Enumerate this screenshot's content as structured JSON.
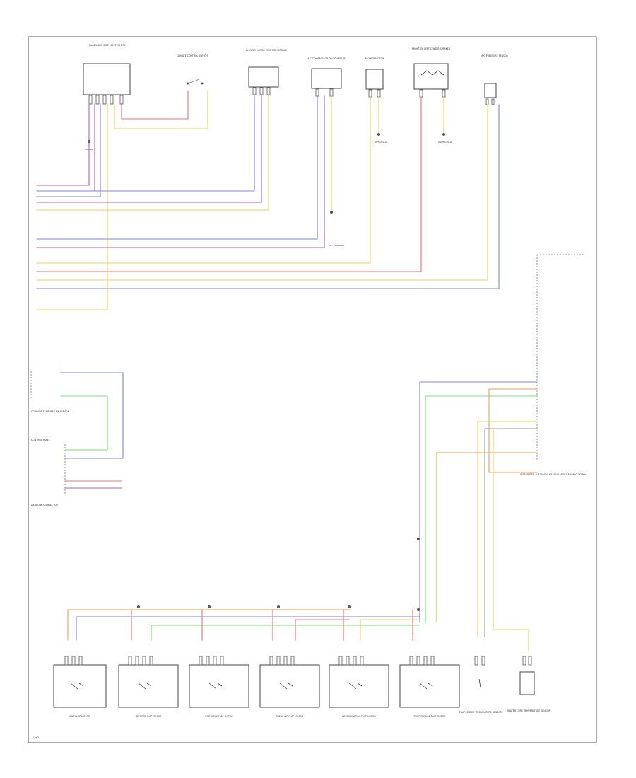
{
  "diagram": {
    "page_ref": "1 of 2",
    "top_components": [
      "PASSENGER SIDE ELECTRIC BOX",
      "CLIMATE CONTROL SWITCH",
      "BLOWER MOTOR CONTROL MODULE",
      "A/C COMPRESSOR CLUTCH RELAY",
      "BLOWER MOTOR",
      "FRONT OF LEFT CENTER SPEAKER",
      "A/C PRESSURE SENSOR"
    ],
    "ground_labels": [
      "GROUND",
      "LEFT A PILLAR",
      "RIGHT A PILLAR",
      "LEFT KICK PANEL"
    ],
    "left_modules": [
      "COOLANT TEMPERATURE SENSOR",
      "CONTROL PANEL",
      "DATA LINK CONNECTOR"
    ],
    "right_module": "INTEGRATED AUTOMATIC HEATING VENTILATION CONTROL",
    "bottom_actuators": [
      "VENT FLAP MOTOR",
      "DEFROST FLAP MOTOR",
      "FOOTWELL FLAP MOTOR",
      "FRESH AIR FLAP MOTOR",
      "RECIRCULATION FLAP MOTOR",
      "TEMPERATURE FLAP MOTOR"
    ],
    "bottom_sensors": [
      "EVAPORATOR TEMPERATURE SENSOR",
      "HEATER CORE TEMPERATURE SENSOR"
    ],
    "wire_colors": {
      "red": "#f07070",
      "blue": "#8080f0",
      "violet": "#b060b0",
      "yellow": "#e8d060",
      "green": "#70e070",
      "orange": "#f0a050",
      "grey": "#999999"
    }
  }
}
